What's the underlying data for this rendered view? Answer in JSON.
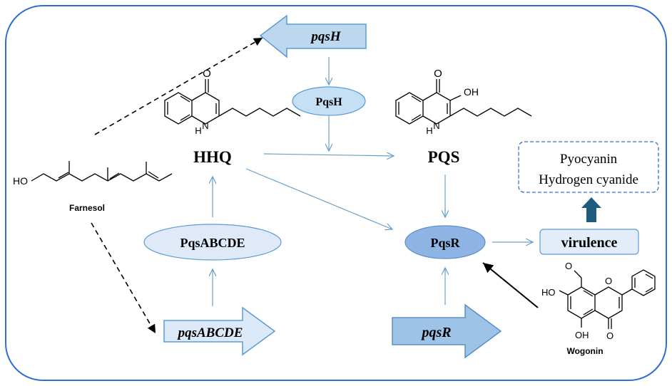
{
  "colors": {
    "frame": "#2f6fd1",
    "arrow_thin": "#6aa0c8",
    "gene_light_fill": "#dbe9f8",
    "gene_light_stroke": "#5b9bd5",
    "gene_mid_fill": "#9dc3e6",
    "gene_mid_stroke": "#5b8fc9",
    "pqsH_fill": "#bdd7ee",
    "protein_light_fill": "#dfe9f7",
    "protein_pqsh_fill": "#c5e0f4",
    "protein_pqsr_fill": "#8eb4e3",
    "virulence_box_fill": "#e2edf9",
    "thick_up_arrow": "#1f5b7a",
    "black": "#000000"
  },
  "genes": {
    "pqsH": "pqsH",
    "pqsABCDE": "pqsABCDE",
    "pqsR": "pqsR"
  },
  "proteins": {
    "PqsH": "PqsH",
    "PqsABCDE": "PqsABCDE",
    "PqsR": "PqsR"
  },
  "molecules": {
    "HHQ": "HHQ",
    "PQS": "PQS",
    "farnesol": "Farnesol",
    "wogonin": "Wogonin"
  },
  "atoms": {
    "O": "O",
    "OH": "OH",
    "HO": "HO",
    "N": "N",
    "H": "H",
    "H_N": "H"
  },
  "outputs": {
    "pyocyanin": "Pyocyanin",
    "hcn": "Hydrogen cyanide",
    "virulence": "virulence"
  }
}
